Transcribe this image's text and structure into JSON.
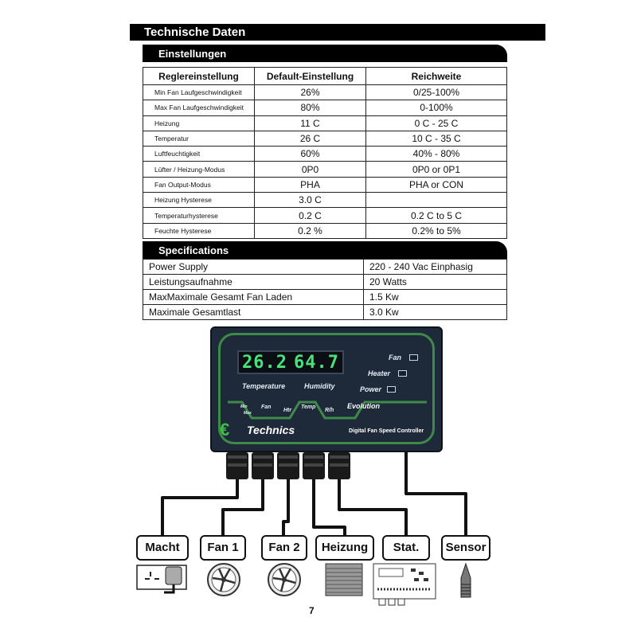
{
  "section_title": "Technische Daten",
  "settings": {
    "title": "Einstellungen",
    "headers": [
      "Reglereinstellung",
      "Default-Einstellung",
      "Reichweite"
    ],
    "rows": [
      [
        "Min Fan Laufgeschwindigkeit",
        "26%",
        "0/25-100%"
      ],
      [
        "Max Fan Laufgeschwindigkeit",
        "80%",
        "0-100%"
      ],
      [
        "Heizung",
        "11 C",
        "0 C - 25 C"
      ],
      [
        "Temperatur",
        "26 C",
        "10 C - 35 C"
      ],
      [
        "Luftfeuchtigkeit",
        "60%",
        "40% - 80%"
      ],
      [
        "Lüfter / Heizung-Modus",
        "0P0",
        "0P0 or 0P1"
      ],
      [
        "Fan Output-Modus",
        "PHA",
        "PHA or CON"
      ],
      [
        "Heizung Hysterese",
        "3.0 C",
        ""
      ],
      [
        "Temperaturhysterese",
        "0.2 C",
        "0.2 C to 5 C"
      ],
      [
        "Feuchte Hysterese",
        "0.2 %",
        "0.2% to 5%"
      ]
    ]
  },
  "specifications": {
    "title": "Specifications",
    "rows": [
      [
        "Power Supply",
        "220 - 240 Vac Einphasig"
      ],
      [
        "Leistungsaufnahme",
        "20 Watts"
      ],
      [
        "MaxMaximale Gesamt Fan Laden",
        "1.5 Kw"
      ],
      [
        "Maximale Gesamtlast",
        "3.0 Kw"
      ]
    ]
  },
  "device": {
    "display_temp": "26.2",
    "display_humidity": "64.7",
    "label_temperature": "Temperature",
    "label_humidity": "Humidity",
    "indicator_fan": "Fan",
    "indicator_heater": "Heater",
    "indicator_power": "Power",
    "btn_minmax_1": "Min",
    "btn_minmax_2": "Max",
    "btn_fan": "Fan",
    "btn_htr": "Htr",
    "btn_temp": "Temp",
    "btn_rh": "R/h",
    "series": "Evolution",
    "brand": "Technics",
    "subtitle": "Digital Fan Speed Controller",
    "accent_color": "#3e8a48",
    "display_color": "#49e27a"
  },
  "connections": [
    {
      "label": "Macht",
      "icon": "power-socket-icon"
    },
    {
      "label": "Fan 1",
      "icon": "fan-icon"
    },
    {
      "label": "Fan 2",
      "icon": "fan-icon"
    },
    {
      "label": "Heizung",
      "icon": "heater-icon"
    },
    {
      "label": "Stat.",
      "icon": "thermostat-icon"
    },
    {
      "label": "Sensor",
      "icon": "sensor-probe-icon"
    }
  ],
  "page_number": "7"
}
